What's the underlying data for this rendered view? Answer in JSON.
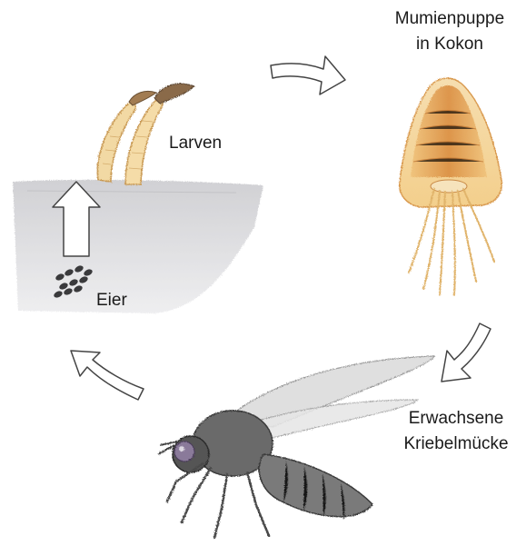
{
  "stages": {
    "larvae": {
      "label": "Larven"
    },
    "pupa": {
      "label_line1": "Mumienpuppe",
      "label_line2": "in Kokon"
    },
    "adult": {
      "label_line1": "Erwachsene",
      "label_line2": "Kriebelmücke"
    },
    "eggs": {
      "label": "Eier"
    }
  },
  "colors": {
    "pupa_orange": "#e8a85a",
    "pupa_light": "#f3d39a",
    "larva_cream": "#f2d9a4",
    "water_grey": "#d9d9dc",
    "fly_grey": "#5a5a5a",
    "arrow_stroke": "#444444"
  }
}
